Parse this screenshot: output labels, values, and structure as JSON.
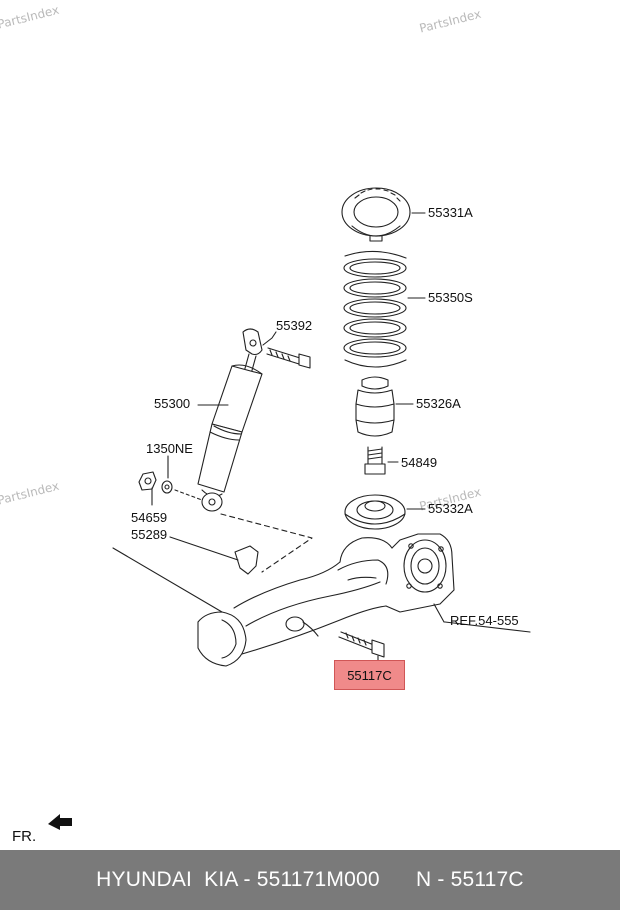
{
  "watermarks": [
    "PartsIndex",
    "PartsIndex",
    "PartsIndex",
    "PartsIndex"
  ],
  "callouts": {
    "upper_seat": "55331A",
    "spring": "55350S",
    "bolt_top": "55392",
    "shock": "55300",
    "bump_stop": "55326A",
    "washer_code": "1350NE",
    "bolt_small": "54849",
    "nut": "54659",
    "lower_seat": "55332A",
    "bracket": "55289",
    "ref": "REF.54-555",
    "highlighted_part": "55117C"
  },
  "front_indicator": "FR.",
  "footer": {
    "brand": "HYUNDAI  KIA - 551171M000",
    "part_no": "N - 55117C"
  },
  "colors": {
    "highlight": "#f08a8a",
    "footer_bg": "#7a7a7a"
  }
}
